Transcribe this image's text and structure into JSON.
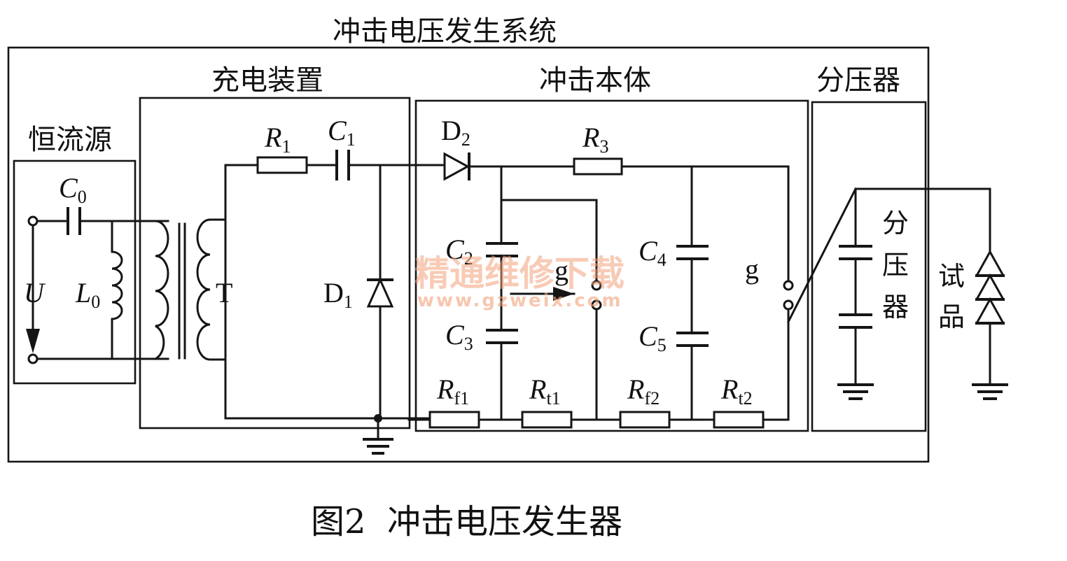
{
  "title": "冲击电压发生系统",
  "sections": {
    "current_source": "恒流源",
    "charging_device": "充电装置",
    "impulse_body": "冲击本体",
    "divider_section": "分压器",
    "divider_inner": [
      "分",
      "压",
      "器"
    ],
    "test_object": [
      "试",
      "品"
    ]
  },
  "components": {
    "C0": {
      "main": "C",
      "sub": "0"
    },
    "L0": {
      "main": "L",
      "sub": "0"
    },
    "U": "U",
    "T": "T",
    "R1": {
      "main": "R",
      "sub": "1"
    },
    "C1": {
      "main": "C",
      "sub": "1"
    },
    "D1": {
      "main": "D",
      "sub": "1"
    },
    "D2": {
      "main": "D",
      "sub": "2"
    },
    "R3": {
      "main": "R",
      "sub": "3"
    },
    "C2": {
      "main": "C",
      "sub": "2"
    },
    "C3": {
      "main": "C",
      "sub": "3"
    },
    "C4": {
      "main": "C",
      "sub": "4"
    },
    "C5": {
      "main": "C",
      "sub": "5"
    },
    "g_inner": "g",
    "g_outer": "g",
    "Rf1": {
      "main": "R",
      "sub": "f1"
    },
    "Rt1": {
      "main": "R",
      "sub": "t1"
    },
    "Rf2": {
      "main": "R",
      "sub": "f2"
    },
    "Rt2": {
      "main": "R",
      "sub": "t2"
    }
  },
  "caption": "图2  冲击电压发生器",
  "watermark": {
    "text": "精通维修下载",
    "url": "www.gzweix.com"
  }
}
